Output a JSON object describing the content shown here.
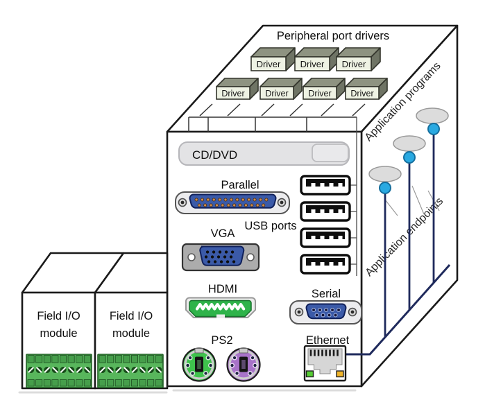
{
  "title": "Peripheral port drivers",
  "drivers": [
    "Driver",
    "Driver",
    "Driver",
    "Driver",
    "Driver",
    "Driver",
    "Driver"
  ],
  "ports": {
    "cd_dvd": "CD/DVD",
    "parallel": "Parallel",
    "usb": "USB ports",
    "vga": "VGA",
    "hdmi": "HDMI",
    "serial": "Serial",
    "ps2": "PS2",
    "ethernet": "Ethernet"
  },
  "side": {
    "programs": "Application programs",
    "endpoints": "Application endpoints"
  },
  "modules": [
    {
      "line1": "Field I/O",
      "line2": "module"
    },
    {
      "line1": "Field I/O",
      "line2": "module"
    }
  ],
  "colors": {
    "bus_navy": "#1f2a5c",
    "connector_blue": "#3b5aa8",
    "hdmi_green": "#2fb34a",
    "ps2_keyboard_green": "#3fc24d",
    "ps2_mouse_purple": "#a873c9",
    "endpoint_blue": "#29a9e1",
    "terminal_green": "#58b65c",
    "ethernet_led_green": "#55cc33",
    "ethernet_led_amber": "#f0b429",
    "driver_face": "#eef2e3",
    "driver_top": "#8e9381"
  }
}
